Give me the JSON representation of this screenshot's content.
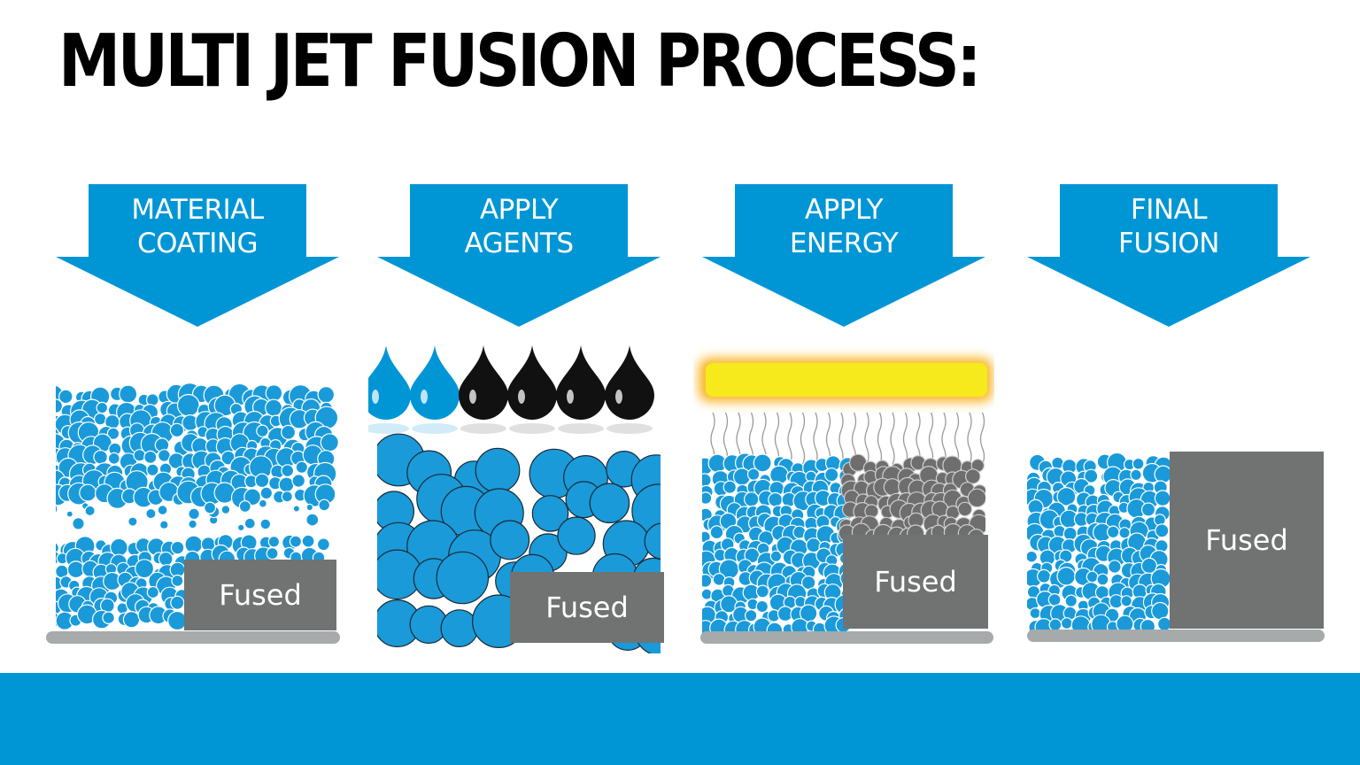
{
  "title": "MULTI JET FUSION PROCESS:",
  "colors": {
    "brand_blue": "#0096d6",
    "fused_gray": "#707372",
    "plate_gray": "#a7aaaa",
    "powder_blue": "#1a9ad9",
    "energy_yellow": "#f7ea1c"
  },
  "steps": [
    {
      "label_line1": "MATERIAL",
      "label_line2": "COATING",
      "fused_label": "Fused"
    },
    {
      "label_line1": "APPLY",
      "label_line2": "AGENTS",
      "fused_label": "Fused"
    },
    {
      "label_line1": "APPLY",
      "label_line2": "ENERGY",
      "fused_label": "Fused"
    },
    {
      "label_line1": "FINAL",
      "label_line2": "FUSION",
      "fused_label": "Fused"
    }
  ],
  "agent_drops": {
    "fusing_agent_color": "#0096d6",
    "detailing_agent_color": "#111111",
    "fusing_count": 2,
    "detailing_count": 4
  }
}
